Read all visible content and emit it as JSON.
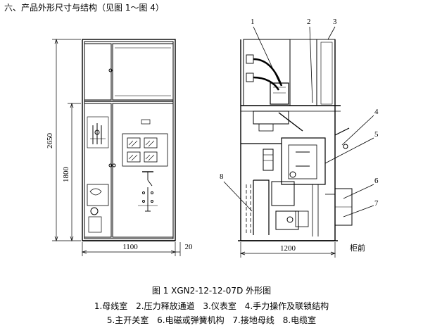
{
  "section_heading": "六、产品外形尺寸与结构（见图 1～图 4）",
  "dimensions": {
    "total_height": "2650",
    "cabinet_height": "1800",
    "width": "1100",
    "side_gap": "20",
    "depth": "1200"
  },
  "front_label": "柜前",
  "callouts": [
    "1",
    "2",
    "3",
    "4",
    "5",
    "6",
    "7",
    "8"
  ],
  "caption": "图 1 XGN2-12-12-07D 外形图",
  "legend": [
    {
      "num": "1.",
      "text": "母线室"
    },
    {
      "num": "2.",
      "text": "压力释放通道"
    },
    {
      "num": "3.",
      "text": "仪表室"
    },
    {
      "num": "4.",
      "text": "手力操作及联锁结构"
    },
    {
      "num": "5.",
      "text": "主开关室"
    },
    {
      "num": "6.",
      "text": "电磁或弹簧机构"
    },
    {
      "num": "7.",
      "text": "接地母线"
    },
    {
      "num": "8.",
      "text": "电缆室"
    }
  ]
}
